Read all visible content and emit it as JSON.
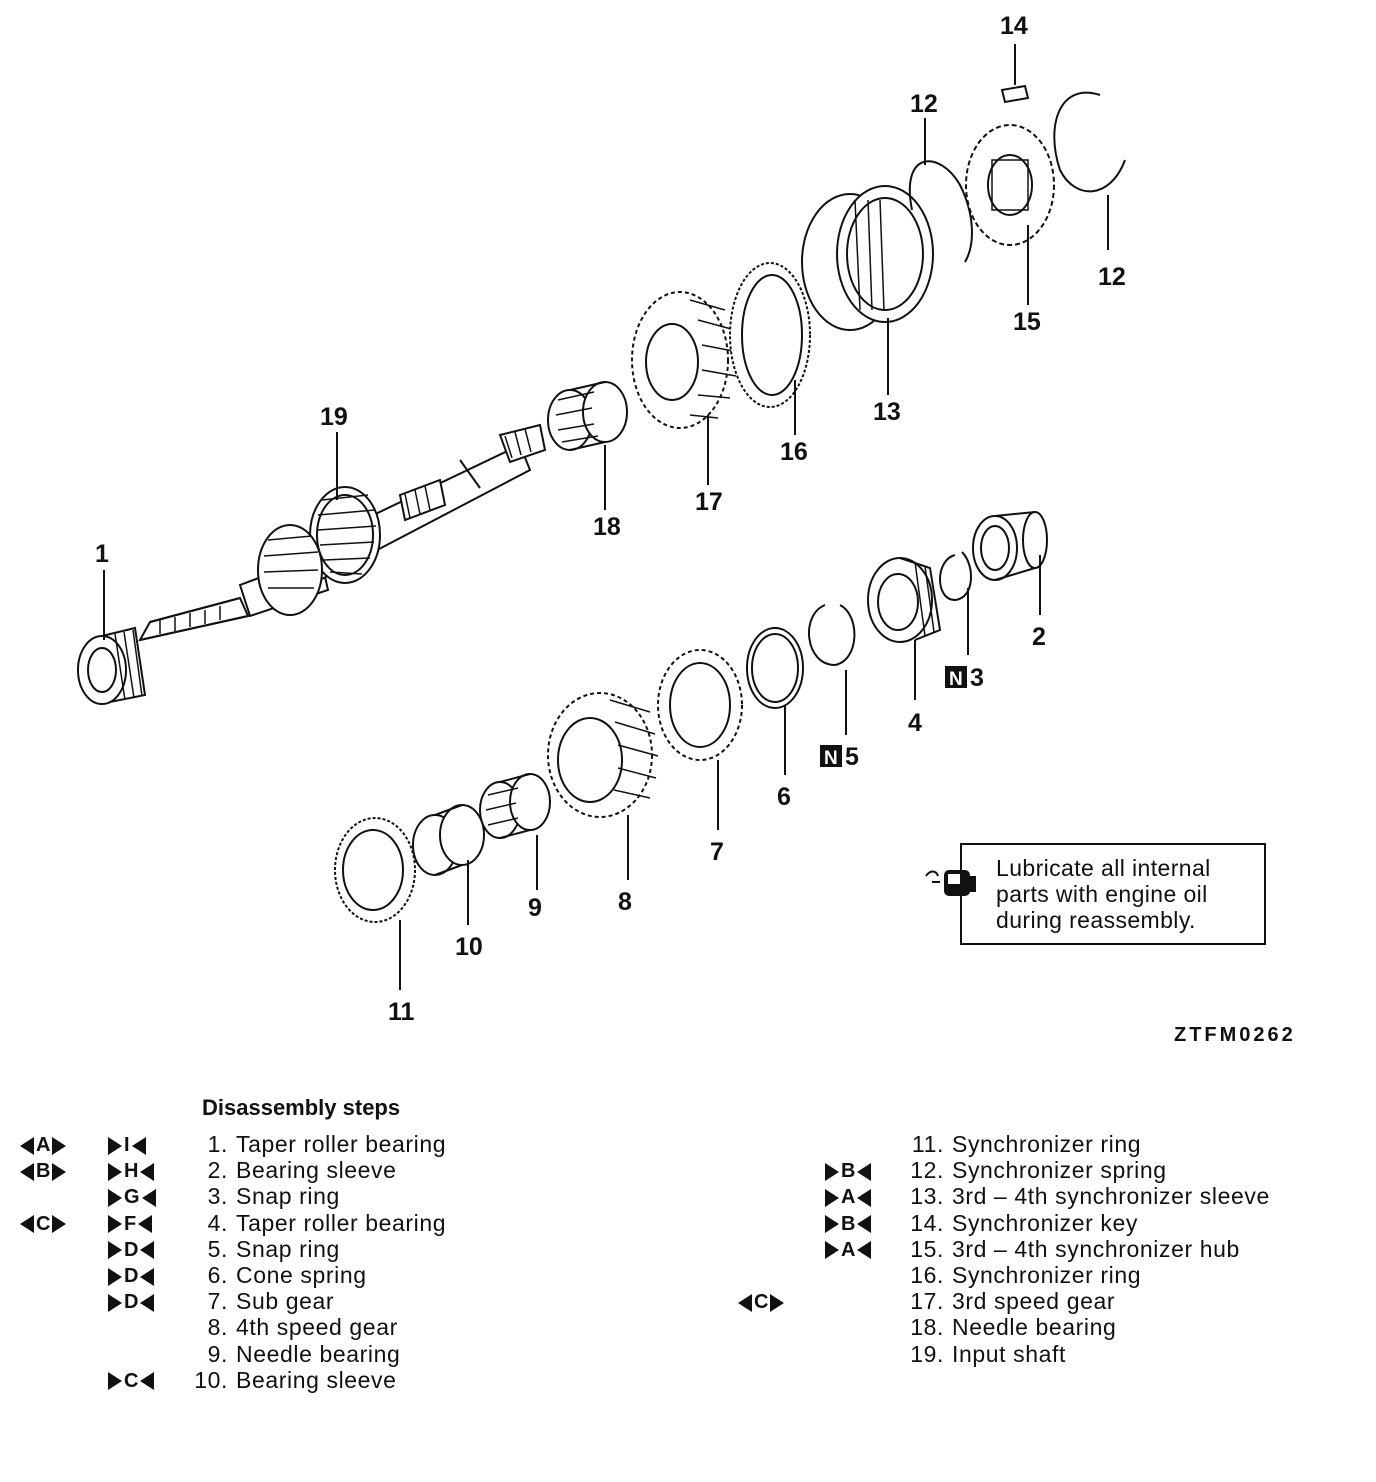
{
  "callouts": {
    "c1": "1",
    "c2": "2",
    "c3": "3",
    "c4": "4",
    "c5": "5",
    "c6": "6",
    "c7": "7",
    "c8": "8",
    "c9": "9",
    "c10": "10",
    "c11": "11",
    "c12a": "12",
    "c12b": "12",
    "c13": "13",
    "c14": "14",
    "c15": "15",
    "c16": "16",
    "c17": "17",
    "c18": "18",
    "c19": "19",
    "n_badge": "N"
  },
  "note": {
    "text_line1": "Lubricate all internal",
    "text_line2": "parts with engine oil",
    "text_line3": "during reassembly.",
    "icon": "oil-can-icon"
  },
  "figure_code": "ZTFM0262",
  "steps": {
    "title": "Disassembly steps",
    "left": [
      {
        "num": "1.",
        "label": "Taper roller bearing",
        "mark_outer": "A",
        "mark_inner": "I"
      },
      {
        "num": "2.",
        "label": "Bearing sleeve",
        "mark_outer": "B",
        "mark_inner": "H"
      },
      {
        "num": "3.",
        "label": "Snap ring",
        "mark_outer": "",
        "mark_inner": "G"
      },
      {
        "num": "4.",
        "label": "Taper roller bearing",
        "mark_outer": "C",
        "mark_inner": "F"
      },
      {
        "num": "5.",
        "label": "Snap ring",
        "mark_outer": "",
        "mark_inner": "D"
      },
      {
        "num": "6.",
        "label": "Cone spring",
        "mark_outer": "",
        "mark_inner": "D"
      },
      {
        "num": "7.",
        "label": "Sub gear",
        "mark_outer": "",
        "mark_inner": "D"
      },
      {
        "num": "8.",
        "label": "4th speed gear",
        "mark_outer": "",
        "mark_inner": ""
      },
      {
        "num": "9.",
        "label": "Needle bearing",
        "mark_outer": "",
        "mark_inner": ""
      },
      {
        "num": "10.",
        "label": "Bearing sleeve",
        "mark_outer": "",
        "mark_inner": "C"
      }
    ],
    "right": [
      {
        "num": "11.",
        "label": "Synchronizer ring",
        "mark_outer": "",
        "mark_inner": ""
      },
      {
        "num": "12.",
        "label": "Synchronizer spring",
        "mark_outer": "",
        "mark_inner": "B"
      },
      {
        "num": "13.",
        "label": "3rd – 4th synchronizer sleeve",
        "mark_outer": "",
        "mark_inner": "A"
      },
      {
        "num": "14.",
        "label": "Synchronizer key",
        "mark_outer": "",
        "mark_inner": "B"
      },
      {
        "num": "15.",
        "label": "3rd – 4th synchronizer hub",
        "mark_outer": "",
        "mark_inner": "A"
      },
      {
        "num": "16.",
        "label": "Synchronizer ring",
        "mark_outer": "",
        "mark_inner": ""
      },
      {
        "num": "17.",
        "label": "3rd speed gear",
        "mark_outer": "C",
        "mark_inner": ""
      },
      {
        "num": "18.",
        "label": "Needle bearing",
        "mark_outer": "",
        "mark_inner": ""
      },
      {
        "num": "19.",
        "label": "Input shaft",
        "mark_outer": "",
        "mark_inner": ""
      }
    ]
  }
}
